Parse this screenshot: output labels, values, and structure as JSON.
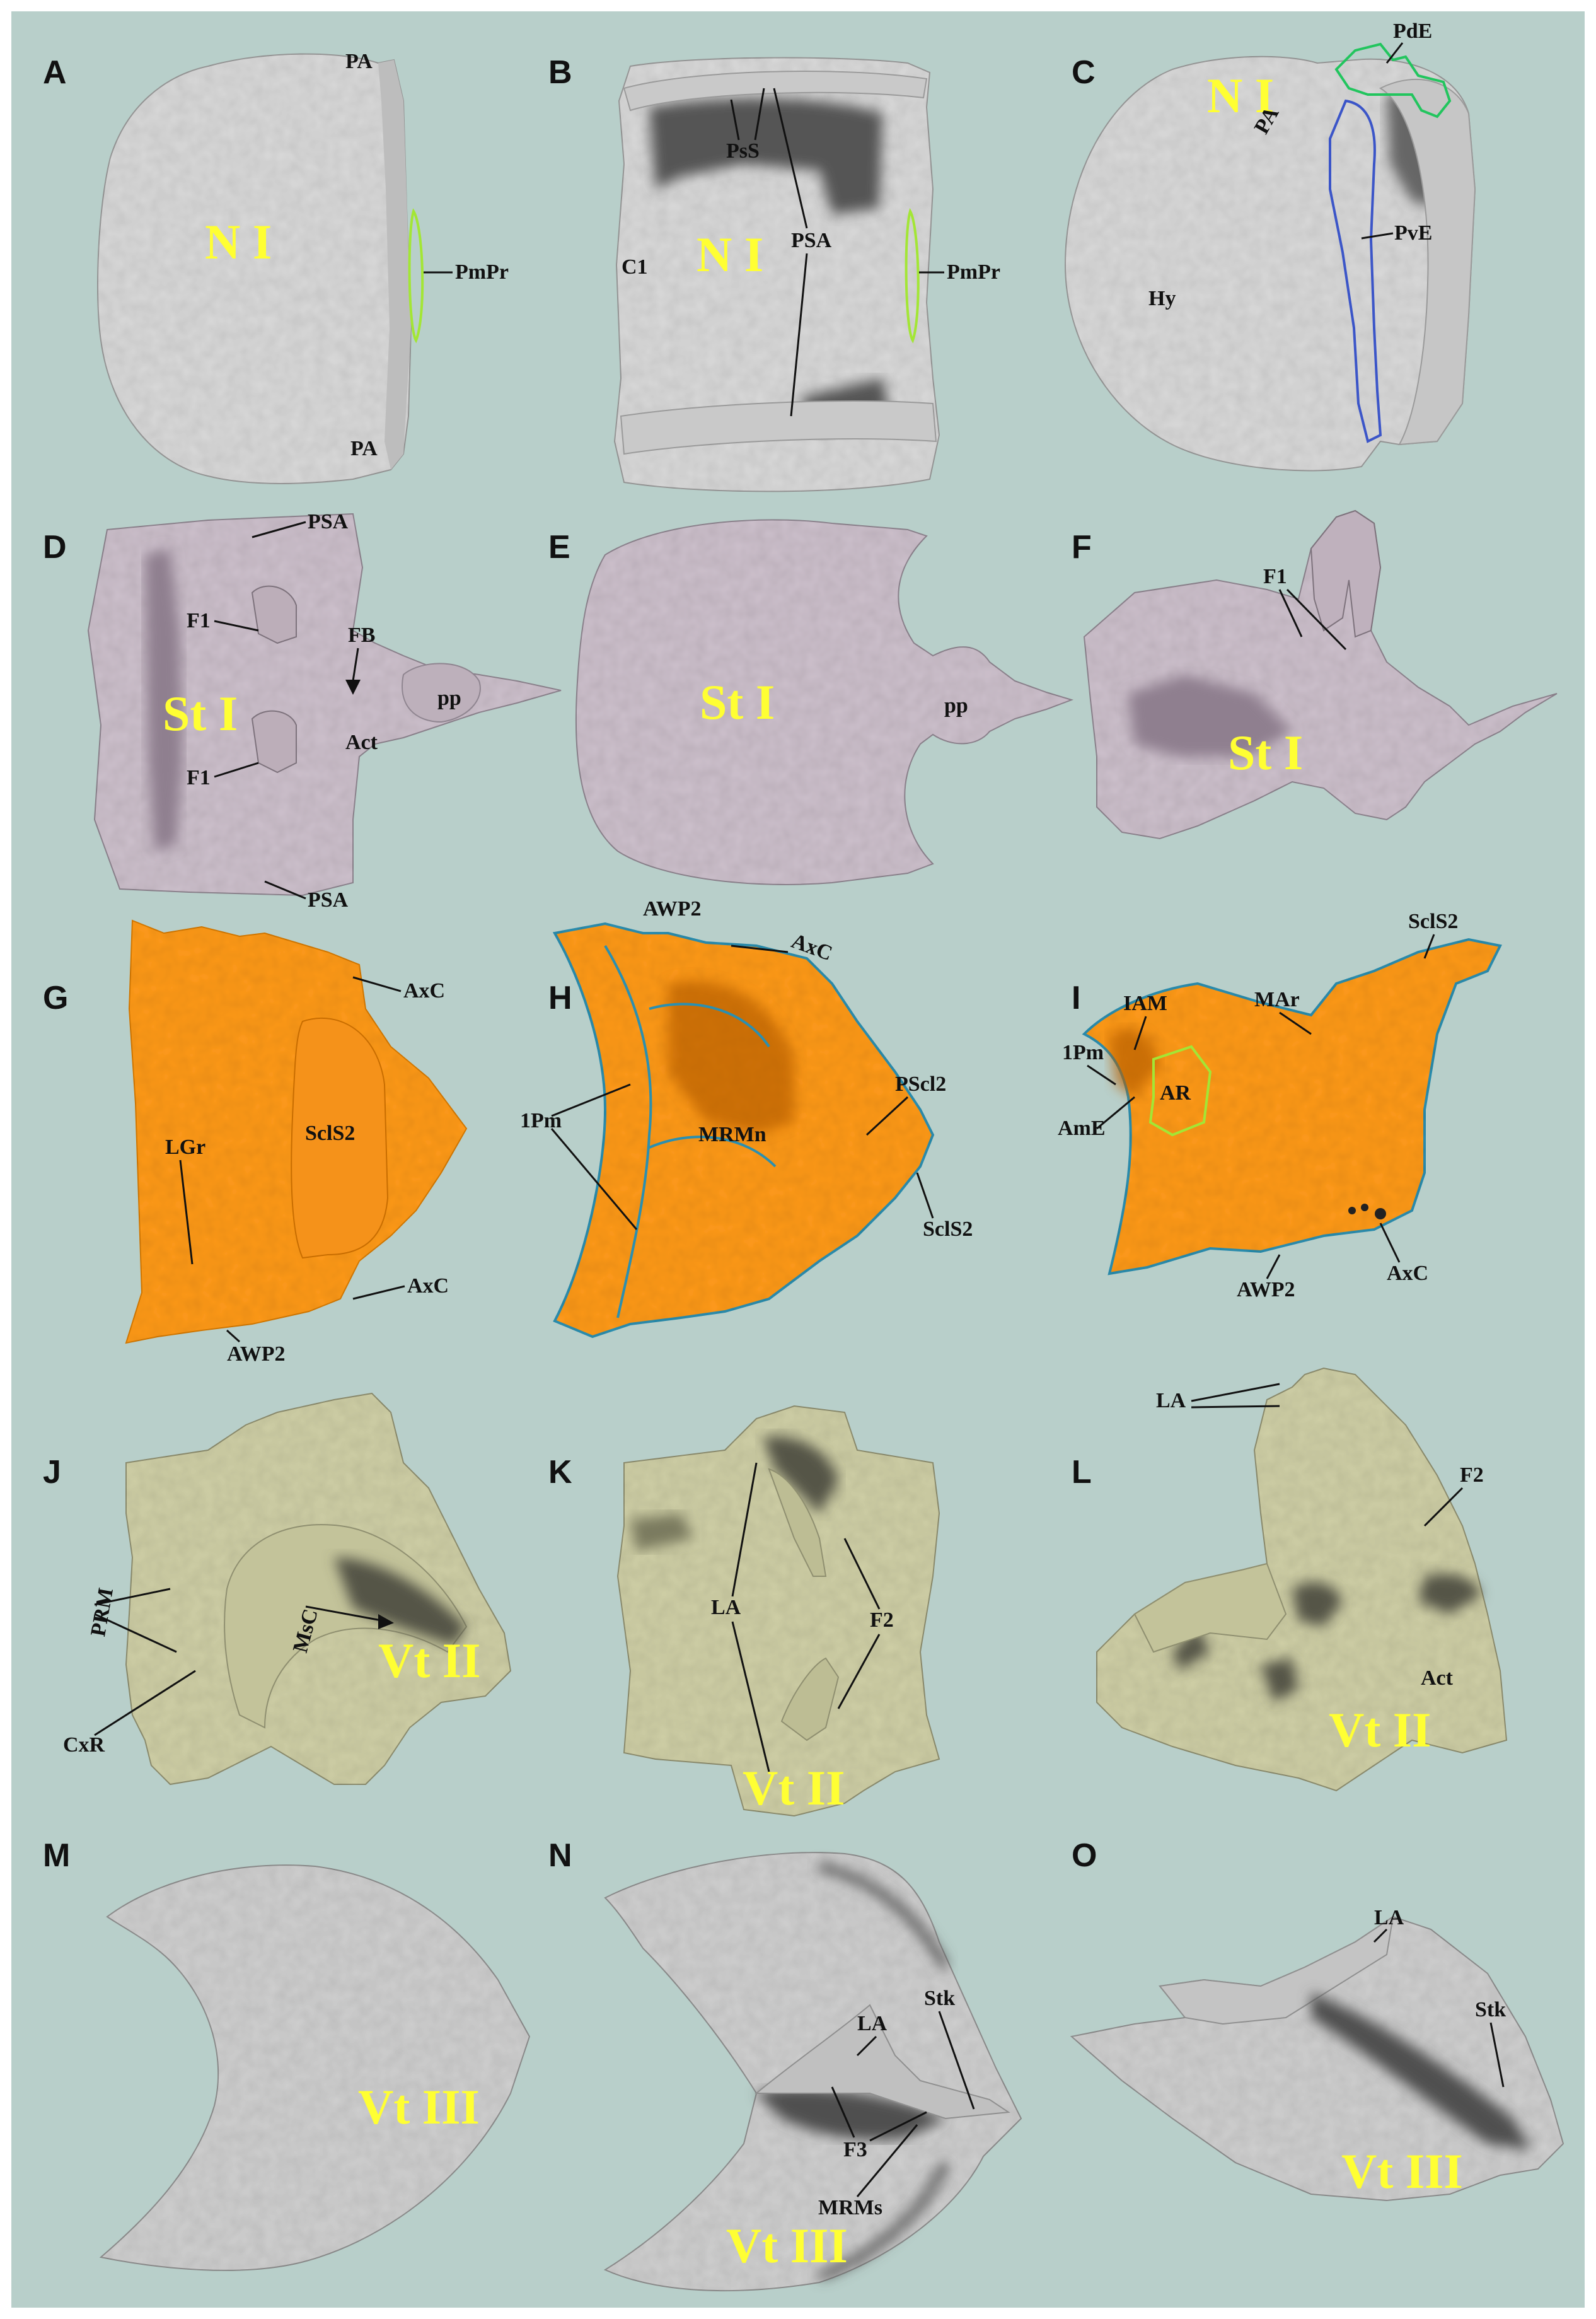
{
  "figure": {
    "background": "#b8cfca",
    "colors": {
      "vertebra_I": "#d9d9d9",
      "vertebra_I_shadow": "#6a6a6a",
      "stalk_I": "#cdc0cc",
      "vertebra_II_sclerite": "#ff9a1a",
      "vertebra_II_shadow": "#b85e00",
      "vertebra_II": "#cfcfa6",
      "vertebra_III": "#cfcfcf",
      "big_label": "#ffff33",
      "outline_green": "#a3e635",
      "outline_bright_green": "#22c55e",
      "outline_blue": "#3b55c8",
      "outline_teal": "#2b8fb0"
    }
  },
  "panels": [
    {
      "letter": "A",
      "big_labels": [
        "N I"
      ],
      "labels": [
        "PA",
        "PmPr",
        "PA"
      ]
    },
    {
      "letter": "B",
      "big_labels": [
        "N I"
      ],
      "labels": [
        "PsS",
        "PSA",
        "C1",
        "PmPr"
      ]
    },
    {
      "letter": "C",
      "big_labels": [
        "N I"
      ],
      "labels": [
        "PdE",
        "PA",
        "PvE",
        "Hy"
      ]
    },
    {
      "letter": "D",
      "big_labels": [
        "St I"
      ],
      "labels": [
        "PSA",
        "F1",
        "FB",
        "pp",
        "Act",
        "F1",
        "PSA"
      ]
    },
    {
      "letter": "E",
      "big_labels": [
        "St I"
      ],
      "labels": [
        "pp"
      ]
    },
    {
      "letter": "F",
      "big_labels": [
        "St I"
      ],
      "labels": [
        "F1"
      ]
    },
    {
      "letter": "G",
      "big_labels": [],
      "labels": [
        "AxC",
        "SclS2",
        "LGr",
        "AxC",
        "AWP2"
      ]
    },
    {
      "letter": "H",
      "big_labels": [],
      "labels": [
        "AWP2",
        "AxC",
        "PScl2",
        "1Pm",
        "MRMn",
        "SclS2"
      ]
    },
    {
      "letter": "I",
      "big_labels": [],
      "labels": [
        "SclS2",
        "IAM",
        "MAr",
        "1Pm",
        "AR",
        "AmE",
        "AWP2",
        "AxC"
      ]
    },
    {
      "letter": "J",
      "big_labels": [
        "Vt II"
      ],
      "labels": [
        "PRM",
        "MsC",
        "CxR"
      ]
    },
    {
      "letter": "K",
      "big_labels": [
        "Vt II"
      ],
      "labels": [
        "LA",
        "F2"
      ]
    },
    {
      "letter": "L",
      "big_labels": [
        "Vt II"
      ],
      "labels": [
        "LA",
        "F2",
        "Act"
      ]
    },
    {
      "letter": "M",
      "big_labels": [
        "Vt III"
      ],
      "labels": []
    },
    {
      "letter": "N",
      "big_labels": [
        "Vt III"
      ],
      "labels": [
        "LA",
        "Stk",
        "F3",
        "MRMs"
      ]
    },
    {
      "letter": "O",
      "big_labels": [
        "Vt III"
      ],
      "labels": [
        "LA",
        "Stk"
      ]
    }
  ]
}
